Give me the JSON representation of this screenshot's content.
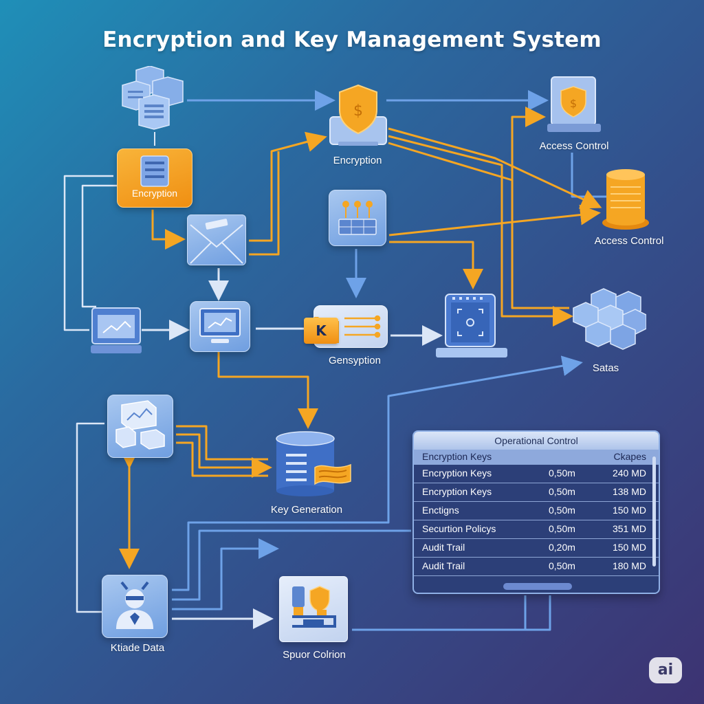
{
  "title": "Encryption and Key Management System",
  "labels": {
    "encryption_top": "Encryption",
    "encryption_box": "Encryption",
    "access_control_1": "Access Control",
    "access_control_2": "Access Control",
    "gensyption": "Gensyption",
    "satas": "Satas",
    "key_generation": "Key Generation",
    "ktiade_data": "Ktiade Data",
    "spuor_colrion": "Spuor Colrion",
    "key_badge_letter": "K"
  },
  "table": {
    "title": "Operational Control",
    "header": {
      "col1": "Encryption Keys",
      "col3": "Ckapes"
    },
    "rows": [
      {
        "name": "Encryption Keys",
        "value": "0,50m",
        "size": "240 MD"
      },
      {
        "name": "Encryption Keys",
        "value": "0,50m",
        "size": "138 MD"
      },
      {
        "name": "Enctigns",
        "value": "0,50m",
        "size": "150 MD"
      },
      {
        "name": "Securtion Policys",
        "value": "0,50m",
        "size": "351 MD"
      },
      {
        "name": "Audit Trail",
        "value": "0,20m",
        "size": "150 MD"
      },
      {
        "name": "Audit Trail",
        "value": "0,50m",
        "size": "180 MD"
      }
    ]
  },
  "badge": "ai",
  "colors": {
    "accent_orange": "#f5a623",
    "accent_blue": "#5f95e0",
    "wire_light": "#d6e2f5"
  },
  "icons": [
    "server-cluster-icon",
    "shield-monitor-icon",
    "shield-laptop-icon",
    "database-stack-icon",
    "key-panel-icon",
    "envelope-icon",
    "laptop-chart-icon",
    "monitor-chart-icon",
    "key-folder-icon",
    "tablet-scan-icon",
    "cube-cluster-icon",
    "analytics-blocks-icon",
    "database-icon",
    "user-shield-icon",
    "control-panel-icon"
  ]
}
